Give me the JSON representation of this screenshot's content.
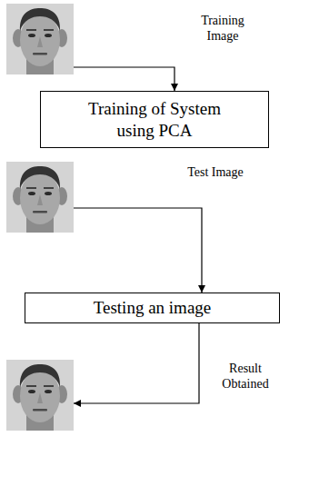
{
  "diagram": {
    "nodes": [
      {
        "text": [
          "Training of System using PCA"
        ]
      },
      {
        "text": [
          "Testing an image"
        ]
      }
    ],
    "labels": [
      "Training Image",
      "Test Image",
      "Result Obtained"
    ]
  }
}
